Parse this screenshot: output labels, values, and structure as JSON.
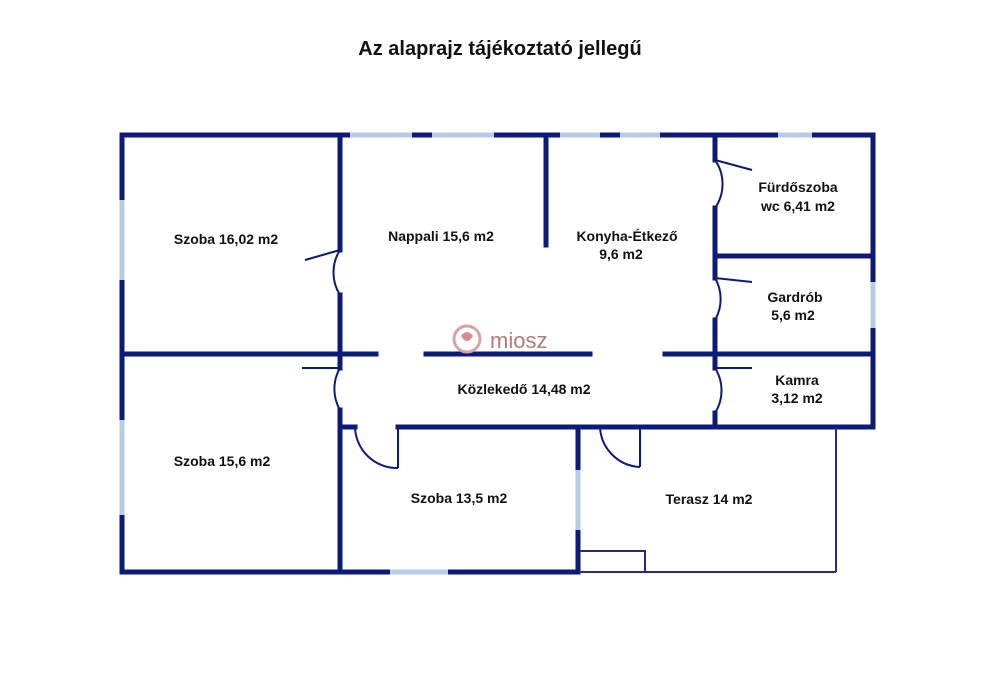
{
  "title": "Az alaprajz tájékoztató jellegű",
  "logo": "miosz",
  "rooms": {
    "szoba1": "Szoba 16,02 m2",
    "nappali": "Nappali 15,6 m2",
    "konyha_l1": "Konyha-Étkező",
    "konyha_l2": "9,6 m2",
    "furdo_l1": "Fürdőszoba",
    "furdo_l2": "wc 6,41 m2",
    "gardrob_l1": "Gardrób",
    "gardrob_l2": "5,6 m2",
    "kamra_l1": "Kamra",
    "kamra_l2": "3,12 m2",
    "kozlekedo": "Közlekedő 14,48 m2",
    "szoba2": "Szoba 15,6 m2",
    "szoba3": "Szoba 13,5 m2",
    "terasz": "Terasz 14 m2"
  },
  "colors": {
    "wall": "#0c1a7a",
    "window": "#b7cde6",
    "logo": "#b57a7a"
  }
}
